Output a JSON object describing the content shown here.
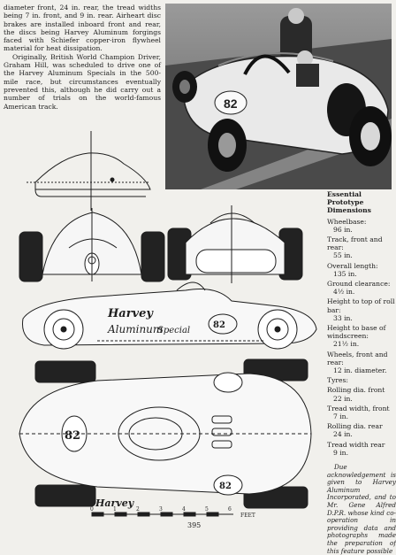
{
  "article": {
    "intro_paragraphs": [
      "diameter front, 24 in. rear, the tread widths being 7 in. front, and 9 in. rear. Airheart disc brakes are installed inboard front and rear, the discs being Harvey Aluminum forgings faced with Schiefer copper-iron flywheel material for heat dissipation.",
      "Originally, British World Champion Driver, Graham Hill, was scheduled to drive one of the Harvey Aluminum Specials in the 500-mile race, but circumstances eventually prevented this, although he did carry out a number of trials on the world-famous American track."
    ]
  },
  "drawing": {
    "scale_ticks": [
      "0",
      "1",
      "2",
      "3",
      "4",
      "5",
      "6"
    ],
    "scale_unit": "FEET",
    "body_lettering": [
      "Harvey",
      "Aluminum",
      "Special"
    ],
    "car_number": "82"
  },
  "specs": {
    "heading": "Essential Prototype Dimensions",
    "items": [
      {
        "label": "Wheelbase:",
        "value": "96 in."
      },
      {
        "label": "Track, front and rear:",
        "value": "55 in."
      },
      {
        "label": "Overall length:",
        "value": "135 in."
      },
      {
        "label": "Ground clearance:",
        "value": "4½ in."
      },
      {
        "label": "Height to top of roll bar:",
        "value": "33 in."
      },
      {
        "label": "Height to base of windscreen:",
        "value": "21½ in."
      },
      {
        "label": "Wheels, front and rear:",
        "value": "12 in. diameter."
      },
      {
        "label": "Tyres:",
        "value": ""
      },
      {
        "label": "Rolling dia. front",
        "value": "22 in."
      },
      {
        "label": "Tread width, front",
        "value": "7 in."
      },
      {
        "label": "Rolling dia. rear",
        "value": "24 in."
      },
      {
        "label": "Tread width rear",
        "value": "9 in."
      }
    ],
    "acknowledgement": "Due acknowledgement is given to Harvey Aluminum Incorporated, and to Mr. Gene Alfred D.P.R. whose kind co-operation in providing data and photographs made the preparation of this feature possible"
  },
  "page": {
    "number": "395"
  }
}
